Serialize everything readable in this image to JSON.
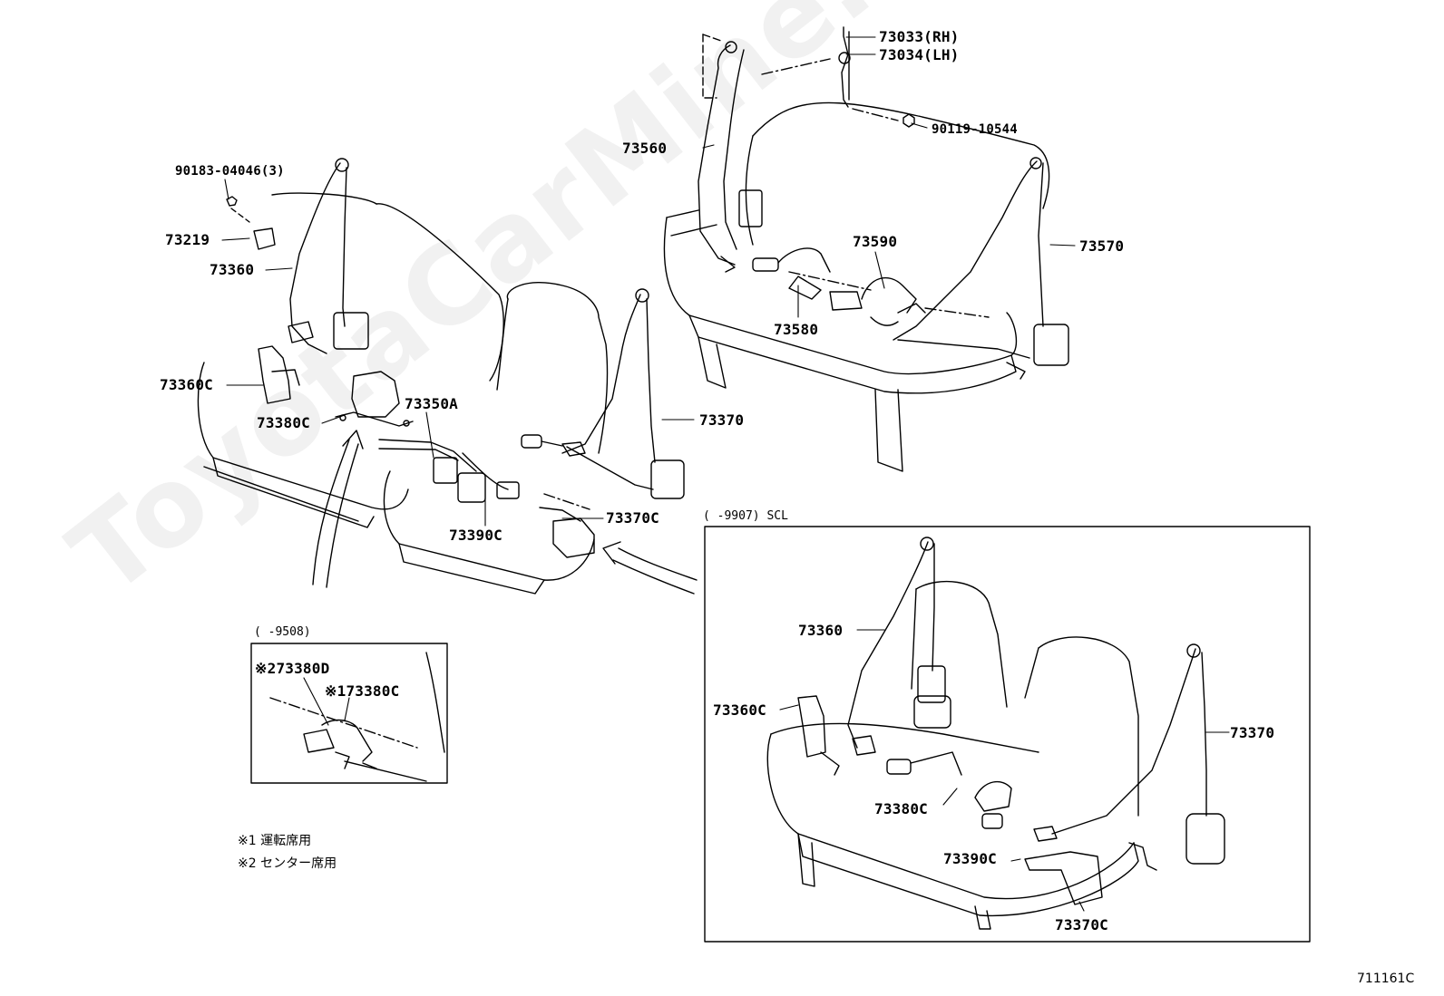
{
  "watermark": "ToyotaCarMine.ru",
  "diagram_code": "711161C",
  "labels": {
    "p73033": "73033(RH)",
    "p73034": "73034(LH)",
    "p90119": "90119-10544",
    "p73560": "73560",
    "p73570": "73570",
    "p73590": "73590",
    "p73580": "73580",
    "p90183": "90183-04046(3)",
    "p73219": "73219",
    "p73360": "73360",
    "p73360c": "73360C",
    "p73380c": "73380C",
    "p73350a": "73350A",
    "p73370": "73370",
    "p73370c": "73370C",
    "p73390c": "73390C"
  },
  "inset_small": {
    "caption": "(    -9508)",
    "l1": "※273380D",
    "l2": "※173380C"
  },
  "inset_large": {
    "caption": "(    -9907) SCL",
    "p73360": "73360",
    "p73360c": "73360C",
    "p73370": "73370",
    "p73380c": "73380C",
    "p73390c": "73390C",
    "p73370c": "73370C"
  },
  "notes": {
    "n1": "※1 運転席用",
    "n2": "※2 センター席用"
  }
}
